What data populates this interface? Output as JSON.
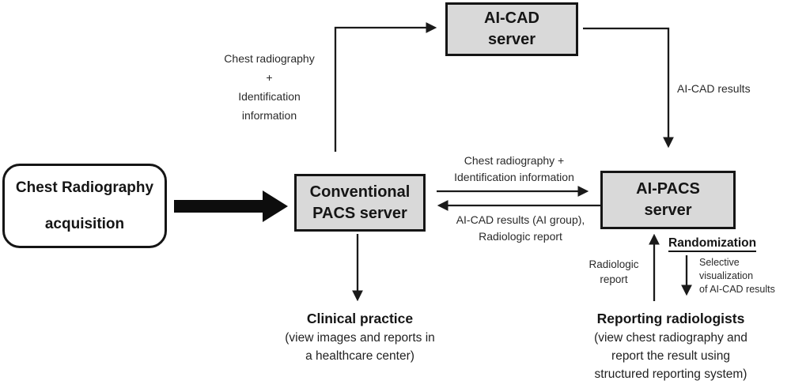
{
  "background": "#ffffff",
  "colors": {
    "box_fill": "#d9d9d9",
    "box_border": "#151515",
    "arrow": "#1a1a1a",
    "text": "#1c1c1c"
  },
  "nodes": {
    "acquisition": {
      "line1": "Chest Radiography",
      "line2": "acquisition"
    },
    "ai_cad": {
      "line1": "AI-CAD",
      "line2": "server"
    },
    "conventional_pacs": {
      "line1": "Conventional",
      "line2": "PACS server"
    },
    "ai_pacs": {
      "line1": "AI-PACS",
      "line2": "server"
    }
  },
  "edge_labels": {
    "upload_to_aicad": {
      "line1": "Chest radiography",
      "line2": "+",
      "line3": "Identification",
      "line4": "information"
    },
    "aicad_results": "AI-CAD results",
    "pacs_to_aipacs": {
      "line1": "Chest radiography +",
      "line2": "Identification information"
    },
    "aipacs_to_pacs": {
      "line1": "AI-CAD results (AI group),",
      "line2": "Radiologic report"
    },
    "radiologic_report": {
      "line1": "Radiologic",
      "line2": "report"
    },
    "randomization": "Randomization",
    "selective_visualization": {
      "line1": "Selective",
      "line2": "visualization",
      "line3": "of AI-CAD results"
    }
  },
  "endpoints": {
    "clinical_practice": {
      "title": "Clinical practice",
      "line1": "(view images and reports in",
      "line2": "a healthcare center)"
    },
    "reporting_radiologists": {
      "title": "Reporting radiologists",
      "line1": "(view chest radiography and",
      "line2": "report the result using",
      "line3": "structured reporting system)"
    }
  }
}
